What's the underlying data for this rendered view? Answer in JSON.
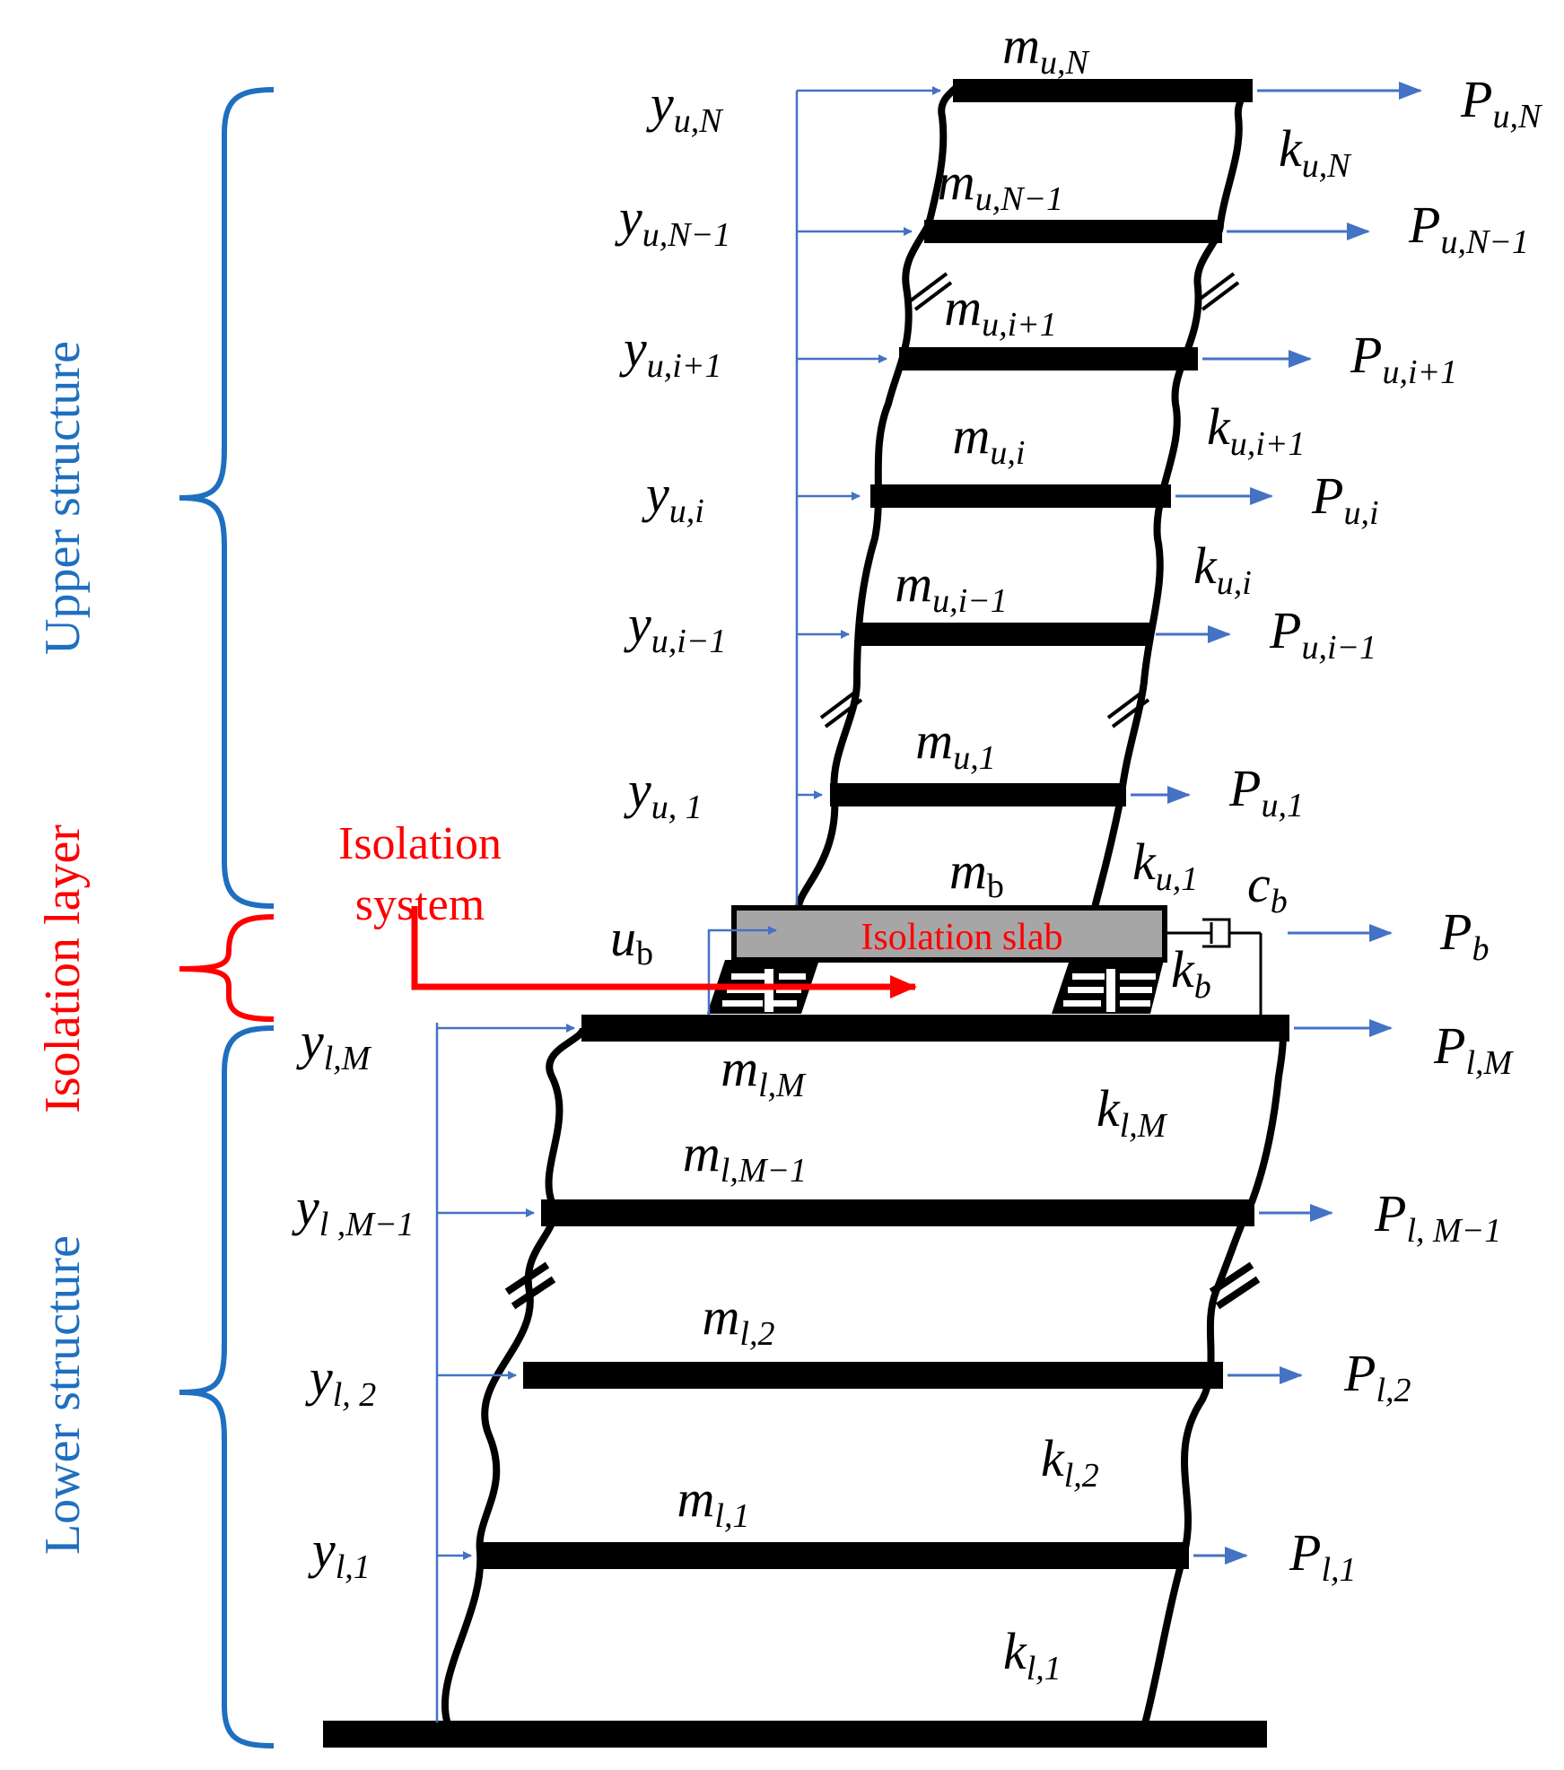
{
  "colors": {
    "structure": "#000000",
    "arrow": "#4472C4",
    "brace_blue": "#1F6FC0",
    "red": "#FF0000",
    "slab_fill": "#A6A6A6"
  },
  "side_labels": {
    "upper": "Upper structure",
    "isolation": "Isolation layer",
    "lower": "Lower structure"
  },
  "isolation": {
    "system_line1": "Isolation",
    "system_line2": "system",
    "slab_label": "Isolation slab",
    "u": {
      "main": "u",
      "sub": "b"
    },
    "m": {
      "main": "m",
      "sub": "b"
    },
    "c": {
      "main": "c",
      "sub": "b"
    },
    "k": {
      "main": "k",
      "sub": "b"
    },
    "P": {
      "main": "P",
      "sub": "b"
    },
    "k_u1": {
      "main": "k",
      "sub": "u,1"
    }
  },
  "upper_floors": [
    {
      "m": "u,N",
      "y": "u,N",
      "P": "u,N",
      "k": "u,N"
    },
    {
      "m": "u,N−1",
      "y": "u,N−1",
      "P": "u,N−1",
      "k": ""
    },
    {
      "m": "u,i+1",
      "y": "u,i+1",
      "P": "u,i+1",
      "k": "u,i+1"
    },
    {
      "m": "u,i",
      "y": "u,i",
      "P": "u,i",
      "k": "u,i"
    },
    {
      "m": "u,i−1",
      "y": "u,i−1",
      "P": "u,i−1",
      "k": ""
    },
    {
      "m": "u,1",
      "y": "u, 1",
      "P": "u,1",
      "k": ""
    }
  ],
  "lower_floors": [
    {
      "m": "l,M",
      "y": "l,M",
      "P": "l,M",
      "k": "l,M"
    },
    {
      "m": "l,M−1",
      "y": "l ,M−1",
      "P": "l, M−1",
      "k": ""
    },
    {
      "m": "l,2",
      "y": "l, 2",
      "P": "l,2",
      "k": "l,2"
    },
    {
      "m": "l,1",
      "y": "l,1",
      "P": "l,1",
      "k": "l,1"
    }
  ],
  "symbols": {
    "mass": "m",
    "disp": "y",
    "force": "P",
    "stiff": "k"
  }
}
